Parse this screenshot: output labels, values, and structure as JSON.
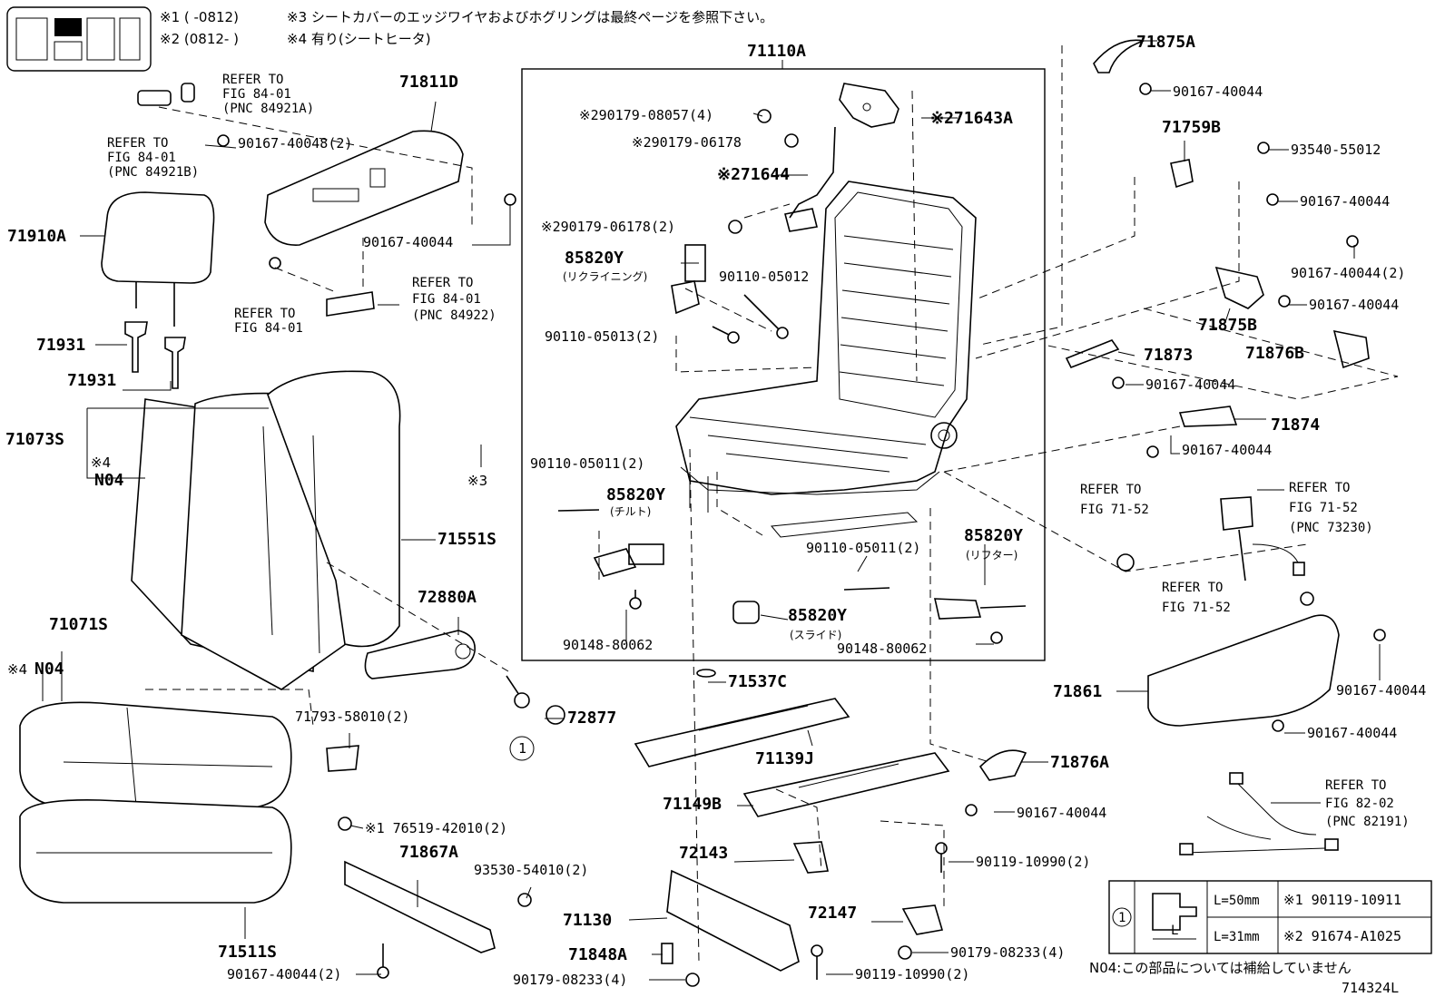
{
  "header": {
    "note1": "※1 (      -0812)",
    "note3": "※3  シートカバーのエッジワイヤおよびホグリングは最終ページを参照下さい。",
    "note2": "※2 (0812-      )",
    "note4": "※4 有り(シートヒータ)"
  },
  "assembly_box_label": "71110A",
  "labels": {
    "p71875A": "71875A",
    "p90167_40044_a": "90167-40044",
    "p71759B": "71759B",
    "p93540_55012": "93540-55012",
    "p90167_40044_b": "90167-40044",
    "p90167_40044_2a": "90167-40044(2)",
    "p71875B": "71875B",
    "p90167_40044_c": "90167-40044",
    "p71876B": "71876B",
    "p71873": "71873",
    "p90167_40044_d": "90167-40044",
    "p71874": "71874",
    "p90167_40044_e": "90167-40044",
    "ref_fig7152_a_1": "REFER TO",
    "ref_fig7152_a_2": "FIG 71-52",
    "ref_fig7152_b_1": "REFER TO",
    "ref_fig7152_b_2": "FIG 71-52",
    "ref_fig7152_b_3": "(PNC 73230)",
    "ref_fig7152_c_1": "REFER TO",
    "ref_fig7152_c_2": "FIG 71-52",
    "p71861": "71861",
    "p90167_40044_f": "90167-40044",
    "p90167_40044_g": "90167-40044",
    "ref_fig8202_1": "REFER TO",
    "ref_fig8202_2": "FIG 82-02",
    "ref_fig8202_3": "(PNC 82191)",
    "p71876A": "71876A",
    "p90167_40044_h": "90167-40044",
    "p90119_10990_2a": "90119-10990(2)",
    "p72147": "72147",
    "p90179_08233_4a": "90179-08233(4)",
    "p90119_10990_2b": "90119-10990(2)",
    "p72143": "72143",
    "p71149B": "71149B",
    "p71139J": "71139J",
    "p71537C": "71537C",
    "p71130": "71130",
    "p71848A": "71848A",
    "p90179_08233_4b": "90179-08233(4)",
    "p71867A": "71867A",
    "p93530_54010": "93530-54010(2)",
    "p90167_40044_2b": "90167-40044(2)",
    "p71511S": "71511S",
    "p76519": "※1 76519-42010(2)",
    "p71793": "71793-58010(2)",
    "p72877": "72877",
    "p72880A": "72880A",
    "p71551S": "71551S",
    "star3": "※3",
    "p71073S": "71073S",
    "star4a": "※4",
    "n04a": "N04",
    "p71071S": "71071S",
    "star4b": "※4",
    "n04b": "N04",
    "p71931a": "71931",
    "p71931b": "71931",
    "p71910A": "71910A",
    "ref_8401_a_1": "REFER TO",
    "ref_8401_a_2": "FIG 84-01",
    "ref_8401_a_3": "(PNC 84921A)",
    "ref_8401_b_1": "REFER TO",
    "ref_8401_b_2": "FIG 84-01",
    "ref_8401_b_3": "(PNC 84921B)",
    "p90167_40048": "90167-40048(2)",
    "p71811D": "71811D",
    "p90167_40044_i": "90167-40044",
    "ref_8401_c_1": "REFER TO",
    "ref_8401_c_2": "FIG 84-01",
    "ref_8401_d_1": "REFER TO",
    "ref_8401_d_2": "FIG 84-01",
    "ref_8401_d_3": "(PNC 84922)",
    "p90179_08057": "※290179-08057(4)",
    "p90179_06178_a": "※290179-06178",
    "p71643A": "※271643A",
    "p71644": "※271644",
    "p90179_06178_b": "※290179-06178(2)",
    "p85820Y_a": "85820Y",
    "p85820Y_a_sub": "(リクライニング)",
    "p90110_05012": "90110-05012",
    "p90110_05013": "90110-05013(2)",
    "p90110_05011_a": "90110-05011(2)",
    "p85820Y_b": "85820Y",
    "p85820Y_b_sub": "(チルト)",
    "p90148_80062_a": "90148-80062",
    "p90110_05011_b": "90110-05011(2)",
    "p85820Y_c": "85820Y",
    "p85820Y_c_sub": "(リフター)",
    "p85820Y_d": "85820Y",
    "p85820Y_d_sub": "(スライド)",
    "p90148_80062_b": "90148-80062",
    "circle1": "1"
  },
  "legend_table": {
    "circle": "1",
    "row1_len": "L=50mm",
    "row1_part": "※1 90119-10911",
    "row2_len": "L=31mm",
    "row2_part": "※2 91674-A1025",
    "dim": "L"
  },
  "footer": {
    "n04_note": "N04:この部品については補給していません",
    "code": "714324L"
  }
}
